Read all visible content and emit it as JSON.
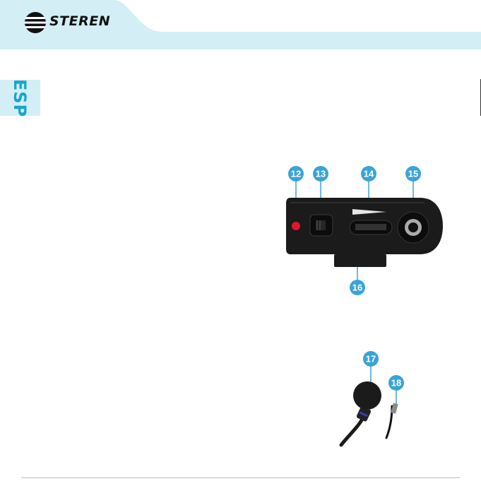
{
  "header": {
    "brand": "STEREN",
    "colors": {
      "band": "#d3eef5",
      "white_panel": "#ffffff"
    }
  },
  "side_tab": {
    "language": "ESP"
  },
  "callouts": {
    "device": [
      "12",
      "13",
      "14",
      "15",
      "16"
    ],
    "microphone": [
      "17",
      "18"
    ]
  },
  "colors": {
    "callout": "#3aa3d6",
    "device_body": "#1b1b1b",
    "led": "#e0162b"
  }
}
